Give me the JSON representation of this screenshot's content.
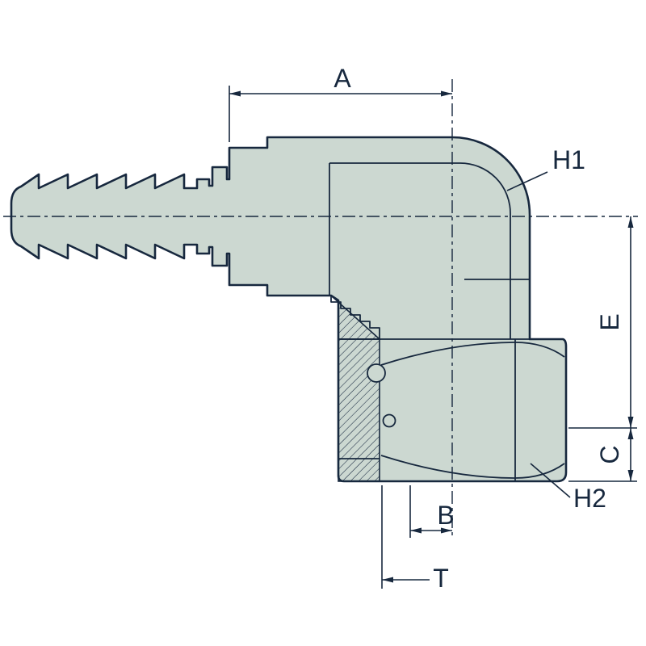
{
  "drawing": {
    "labels": {
      "a": "A",
      "b": "B",
      "c": "C",
      "e": "E",
      "t": "T",
      "h1": "H1",
      "h2": "H2"
    },
    "colors": {
      "fill": "#ccd8d1",
      "line": "#17283e",
      "background": "#ffffff"
    }
  }
}
